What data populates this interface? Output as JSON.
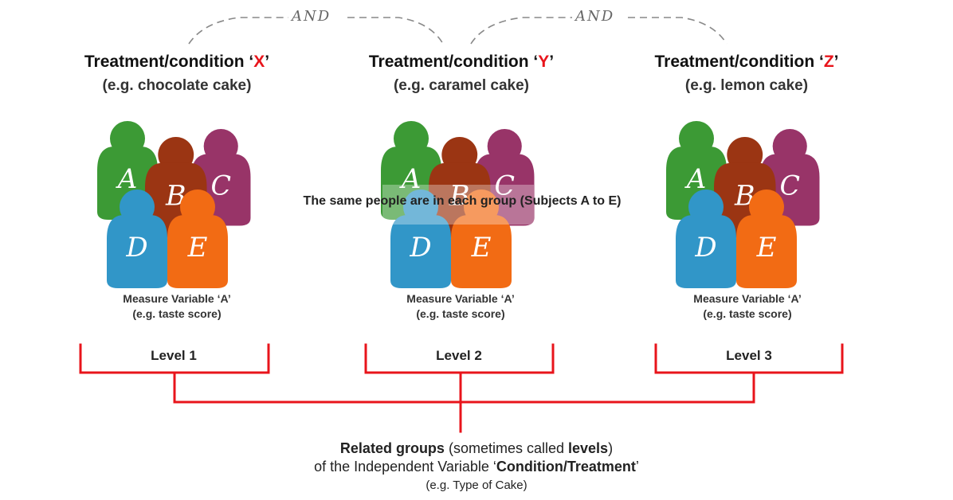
{
  "connectors": {
    "and_label": "AND"
  },
  "groups": [
    {
      "title_prefix": "Treatment/condition ‘",
      "letter": "X",
      "title_suffix": "’",
      "example": "(e.g. chocolate cake)",
      "measure_line1": "Measure Variable ‘A’",
      "measure_line2": "(e.g. taste score)",
      "level": "Level 1"
    },
    {
      "title_prefix": "Treatment/condition ‘",
      "letter": "Y",
      "title_suffix": "’",
      "example": "(e.g. caramel cake)",
      "measure_line1": "Measure Variable ‘A’",
      "measure_line2": "(e.g. taste score)",
      "level": "Level 2"
    },
    {
      "title_prefix": "Treatment/condition ‘",
      "letter": "Z",
      "title_suffix": "’",
      "example": "(e.g. lemon cake)",
      "measure_line1": "Measure Variable ‘A’",
      "measure_line2": "(e.g. taste score)",
      "level": "Level 3"
    }
  ],
  "subjects": [
    {
      "label": "A",
      "color": "#3c9a35"
    },
    {
      "label": "B",
      "color": "#9b3513"
    },
    {
      "label": "C",
      "color": "#983468"
    },
    {
      "label": "D",
      "color": "#3196c8"
    },
    {
      "label": "E",
      "color": "#f26b14"
    }
  ],
  "same_people_note": "The same people are in each group (Subjects A to E)",
  "bracket_color": "#e8141b",
  "related_groups": {
    "bold1": "Related groups",
    "text1": " (sometimes called ",
    "bold2": "levels",
    "text2": ")",
    "line2_text": "of the Independent Variable ‘",
    "line2_bold": "Condition/Treatment",
    "line2_end": "’",
    "line3": "(e.g. Type of Cake)"
  }
}
